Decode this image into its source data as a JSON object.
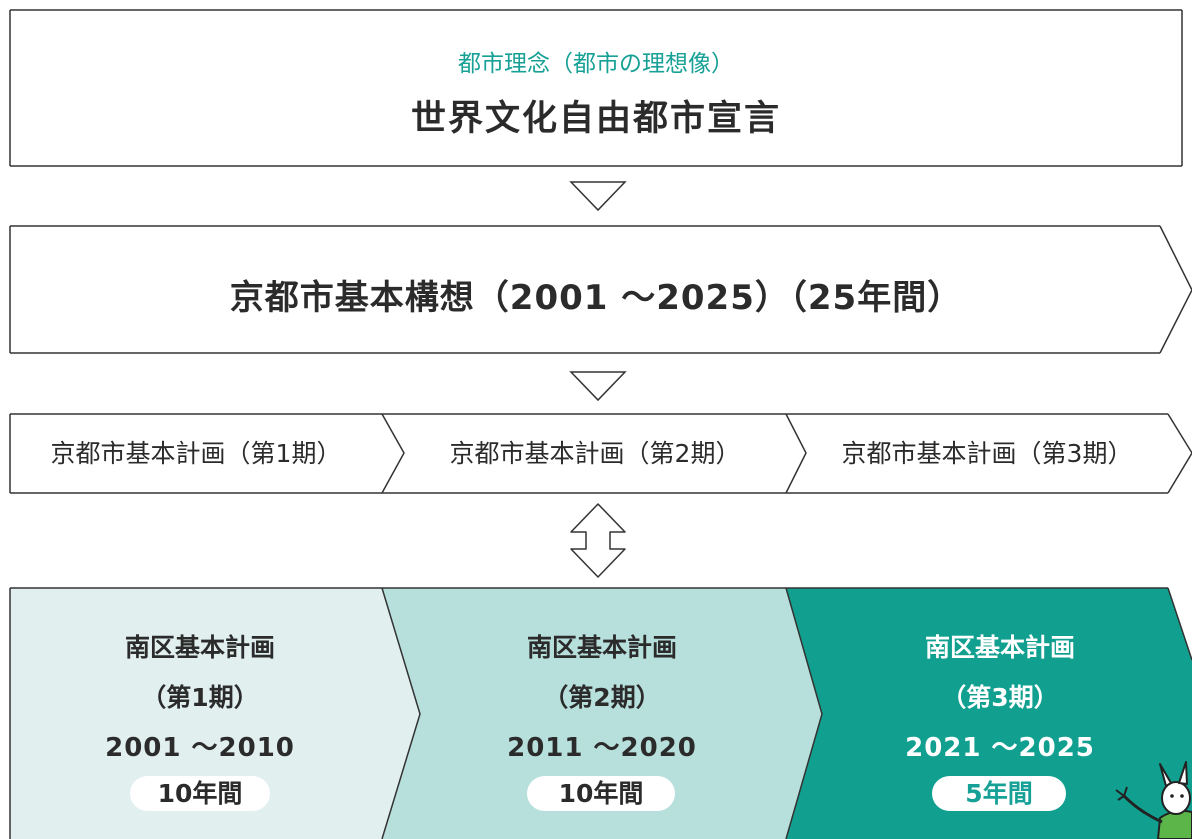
{
  "city_ideal": {
    "label": "都市理念（都市の理想像）",
    "title": "世界文化自由都市宣言"
  },
  "basic_concept": {
    "title": "京都市基本構想（2001 ～2025）（25年間）"
  },
  "basic_plans": [
    {
      "label": "京都市基本計画（第1期）"
    },
    {
      "label": "京都市基本計画（第2期）"
    },
    {
      "label": "京都市基本計画（第3期）"
    }
  ],
  "minami_plans": [
    {
      "title": "南区基本計画",
      "phase": "（第1期）",
      "years": "2001 ～2010",
      "duration": "10年間"
    },
    {
      "title": "南区基本計画",
      "phase": "（第2期）",
      "years": "2011 ～2020",
      "duration": "10年間"
    },
    {
      "title": "南区基本計画",
      "phase": "（第3期）",
      "years": "2021 ～2025",
      "duration": "5年間"
    }
  ],
  "colors": {
    "accent_teal": "#17a196",
    "panel_light": "#e1f0ef",
    "panel_mid": "#b7dfdc",
    "panel_dark": "#11a090"
  }
}
